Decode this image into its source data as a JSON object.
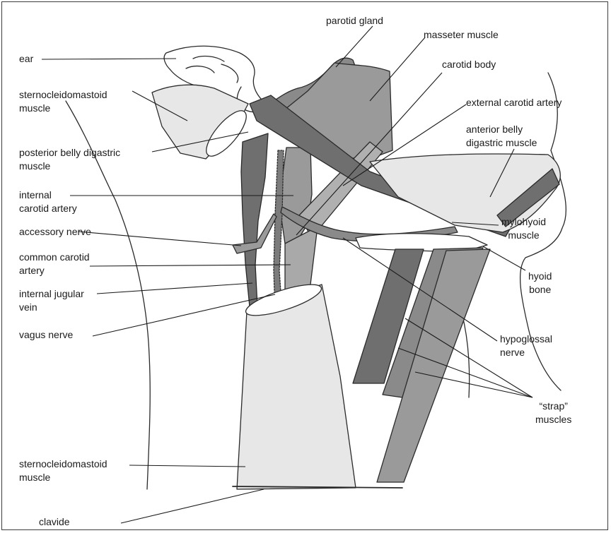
{
  "colors": {
    "dark_muscle": "#6f6f6f",
    "mid_muscle": "#9a9a9a",
    "light_muscle": "#e7e7e7",
    "outline": "#2a2a2a",
    "leader_line": "#1a1a1a"
  },
  "labels": {
    "ear": "ear",
    "parotid_gland": "parotid gland",
    "masseter_muscle": "masseter muscle",
    "carotid_body": "carotid body",
    "sternocleidomastoid_upper": "sternocleidomastoid\nmuscle",
    "external_carotid_artery": "external carotid artery",
    "anterior_belly_digastric": "anterior belly\ndigastric muscle",
    "posterior_belly_digastric": "posterior belly digastric\nmuscle",
    "internal_carotid_artery": "internal\ncarotid artery",
    "accessory_nerve": "accessory nerve",
    "mylohyoid_muscle": "mylohyoid\nmuscle",
    "common_carotid_artery": "common carotid\nartery",
    "hyoid_bone": "hyoid\nbone",
    "internal_jugular_vein": "internal jugular\nvein",
    "vagus_nerve": "vagus nerve",
    "hypoglossal_nerve": "hypoglossal\nnerve",
    "strap_muscles": "“strap”\nmuscles",
    "sternocleidomastoid_lower": "sternocleidomastoid\nmuscle",
    "clavicle": "clavide"
  }
}
